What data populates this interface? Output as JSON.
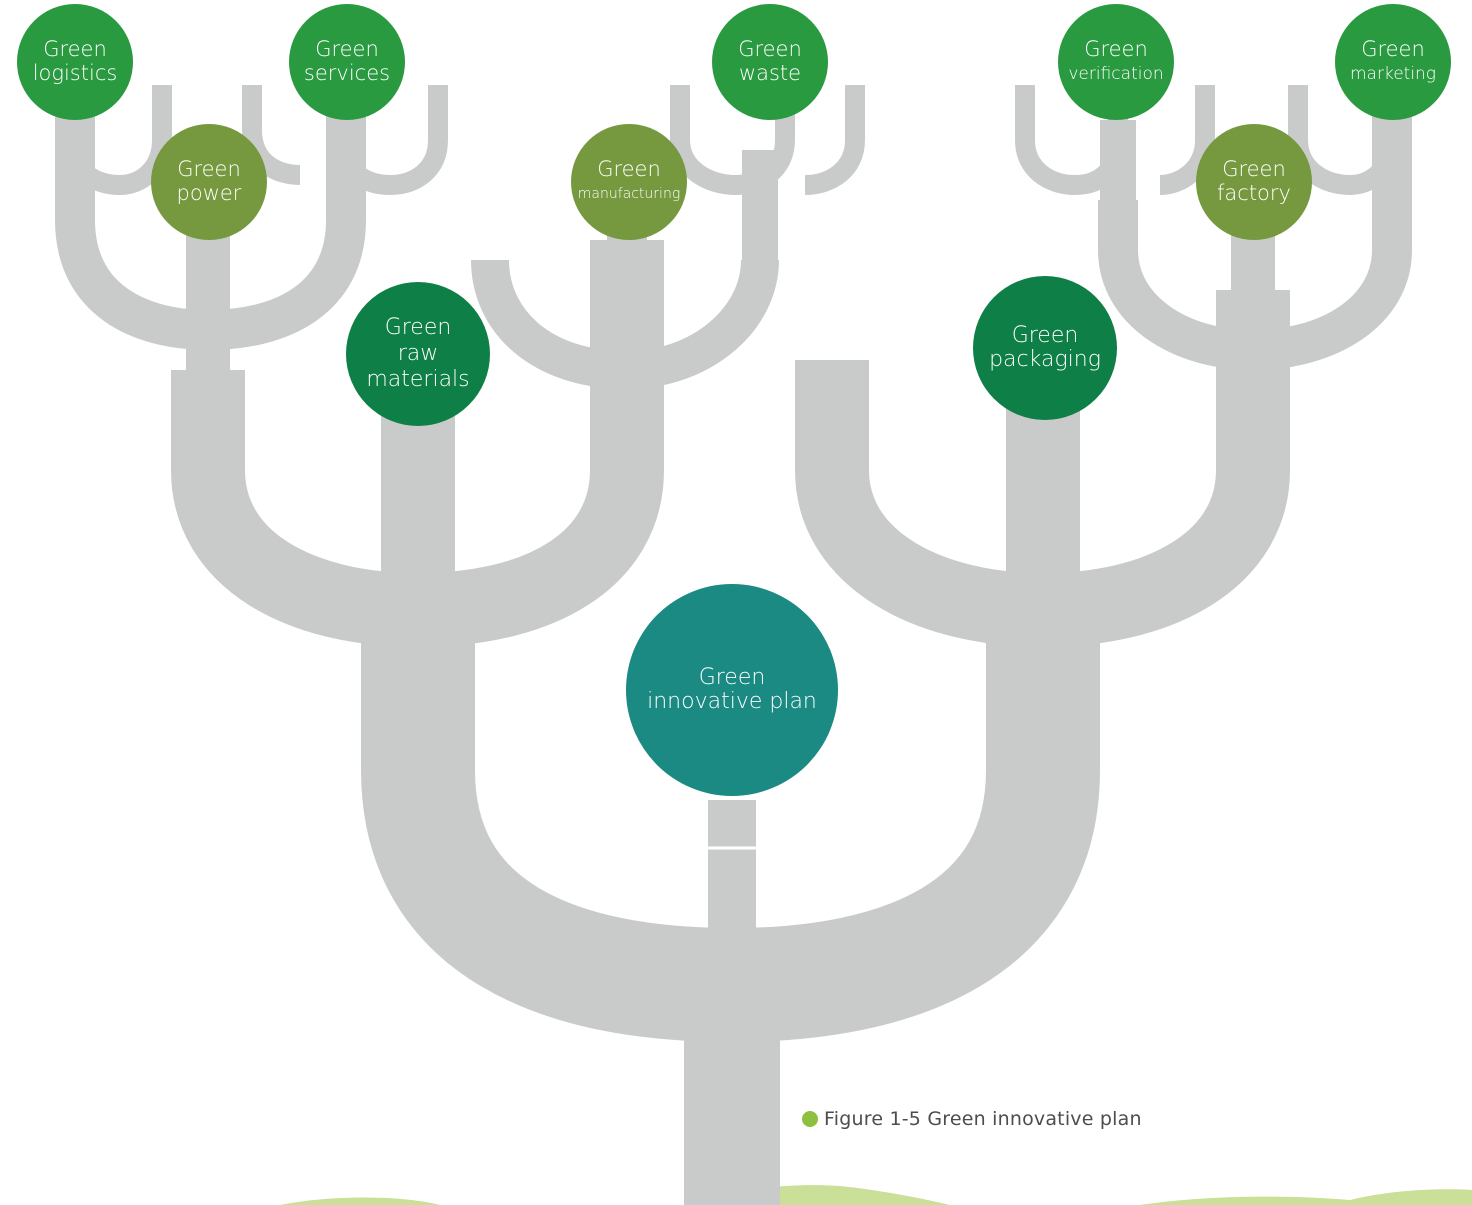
{
  "figure": {
    "caption": "Figure 1-5 Green innovative plan"
  },
  "colors": {
    "branch": "#c9cbca",
    "dark_green": "#0e7f46",
    "mid_green": "#2a9a41",
    "olive": "#76993f",
    "teal": "#1a8a82",
    "ground": "#cadf98",
    "caption_dot": "#8dc03f"
  },
  "nodes": [
    {
      "id": "green-logistics",
      "lines": [
        "Green",
        "logistics"
      ],
      "color": "mid_green"
    },
    {
      "id": "green-services",
      "lines": [
        "Green",
        "services"
      ],
      "color": "mid_green"
    },
    {
      "id": "green-power",
      "lines": [
        "Green",
        "power"
      ],
      "color": "olive"
    },
    {
      "id": "green-raw-materials",
      "lines": [
        "Green",
        "raw",
        "materials"
      ],
      "color": "dark_green"
    },
    {
      "id": "green-waste",
      "lines": [
        "Green",
        "waste"
      ],
      "color": "mid_green"
    },
    {
      "id": "green-manufacturing",
      "lines": [
        "Green",
        "manufacturing"
      ],
      "color": "olive"
    },
    {
      "id": "green-verification",
      "lines": [
        "Green",
        "verification"
      ],
      "color": "mid_green"
    },
    {
      "id": "green-marketing",
      "lines": [
        "Green",
        "marketing"
      ],
      "color": "mid_green"
    },
    {
      "id": "green-factory",
      "lines": [
        "Green",
        "factory"
      ],
      "color": "olive"
    },
    {
      "id": "green-packaging",
      "lines": [
        "Green",
        "packaging"
      ],
      "color": "dark_green"
    },
    {
      "id": "green-innovative-plan",
      "lines": [
        "Green",
        "innovative plan"
      ],
      "color": "teal"
    }
  ]
}
